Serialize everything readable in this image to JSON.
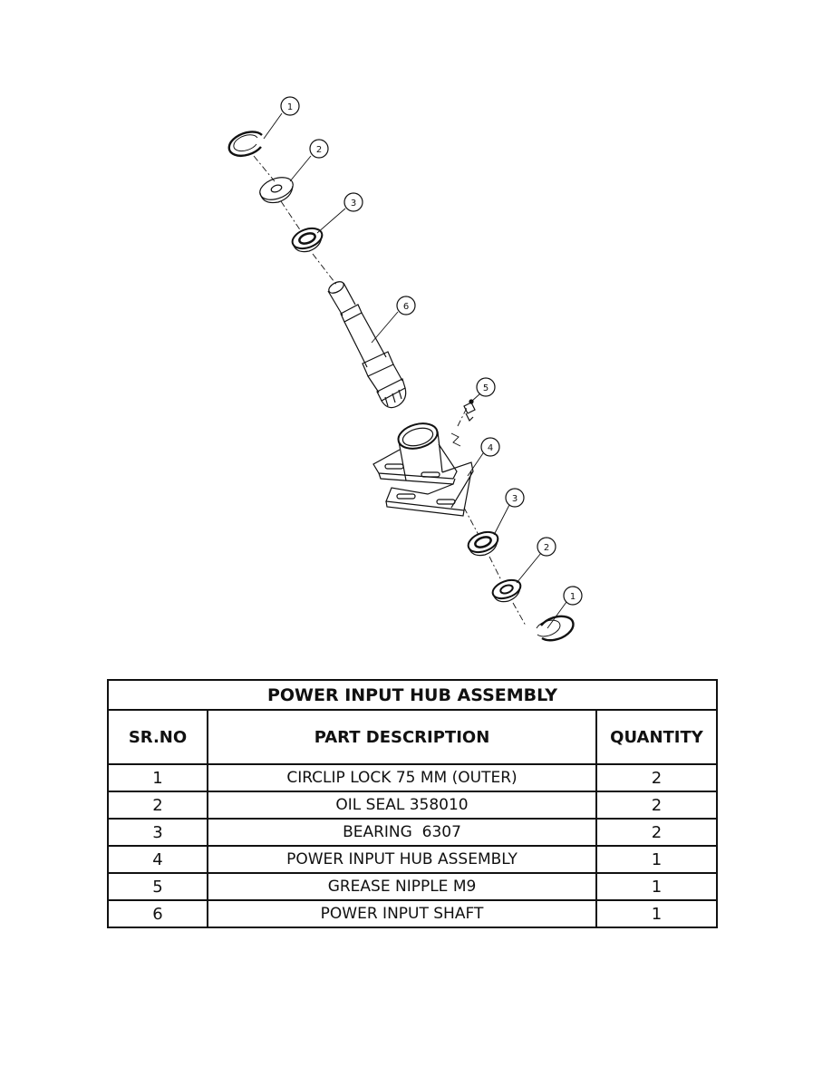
{
  "diagram": {
    "callouts": [
      {
        "part": "circlip",
        "label": "1"
      },
      {
        "part": "oil-seal",
        "label": "2"
      },
      {
        "part": "bearing",
        "label": "3"
      },
      {
        "part": "power-input-shaft",
        "label": "6"
      },
      {
        "part": "grease-nipple",
        "label": "5"
      },
      {
        "part": "hub-housing",
        "label": "4"
      },
      {
        "part": "bearing",
        "label": "3"
      },
      {
        "part": "oil-seal",
        "label": "2"
      },
      {
        "part": "circlip",
        "label": "1"
      }
    ]
  },
  "table": {
    "title": "POWER INPUT HUB ASSEMBLY",
    "headers": {
      "sr": "SR.NO",
      "description": "PART DESCRIPTION",
      "quantity": "QUANTITY"
    },
    "rows": [
      {
        "sr": "1",
        "description": "CIRCLIP LOCK 75 MM (OUTER)",
        "quantity": "2"
      },
      {
        "sr": "2",
        "description": "OIL SEAL 358010",
        "quantity": "2"
      },
      {
        "sr": "3",
        "description": "BEARING  6307",
        "quantity": "2"
      },
      {
        "sr": "4",
        "description": "POWER INPUT HUB ASSEMBLY",
        "quantity": "1"
      },
      {
        "sr": "5",
        "description": "GREASE NIPPLE M9",
        "quantity": "1"
      },
      {
        "sr": "6",
        "description": "POWER INPUT SHAFT",
        "quantity": "1"
      }
    ]
  }
}
